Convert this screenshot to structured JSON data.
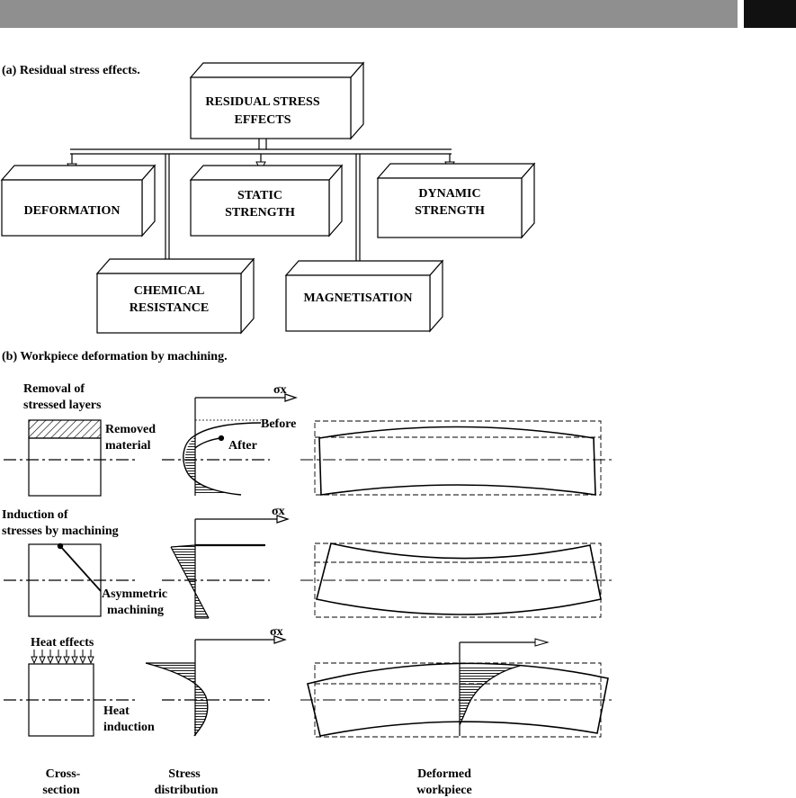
{
  "header": {
    "bar_color": "#8f8f8f",
    "tab_color": "#111111"
  },
  "part_a": {
    "caption": "(a) Residual stress effects.",
    "root": {
      "line1": "RESIDUAL STRESS",
      "line2": "EFFECTS"
    },
    "boxes": {
      "deformation": {
        "line1": "DEFORMATION"
      },
      "static": {
        "line1": "STATIC",
        "line2": "STRENGTH"
      },
      "dynamic": {
        "line1": "DYNAMIC",
        "line2": "STRENGTH"
      },
      "chemical": {
        "line1": "CHEMICAL",
        "line2": "RESISTANCE"
      },
      "magnet": {
        "line1": "MAGNETISATION"
      }
    }
  },
  "part_b": {
    "caption": "(b) Workpiece deformation by machining.",
    "sigma": "σx",
    "row1": {
      "title1": "Removal of",
      "title2": "stressed layers",
      "removed1": "Removed",
      "removed2": "material",
      "before": "Before",
      "after": "After"
    },
    "row2": {
      "title1": "Induction of",
      "title2": "stresses by machining",
      "asym1": "Asymmetric",
      "asym2": "machining"
    },
    "row3": {
      "title": "Heat  effects",
      "heat1": "Heat",
      "heat2": "induction"
    },
    "footer": {
      "col1a": "Cross-",
      "col1b": "section",
      "col2a": "Stress",
      "col2b": "distribution",
      "col3a": "Deformed",
      "col3b": "workpiece"
    }
  }
}
